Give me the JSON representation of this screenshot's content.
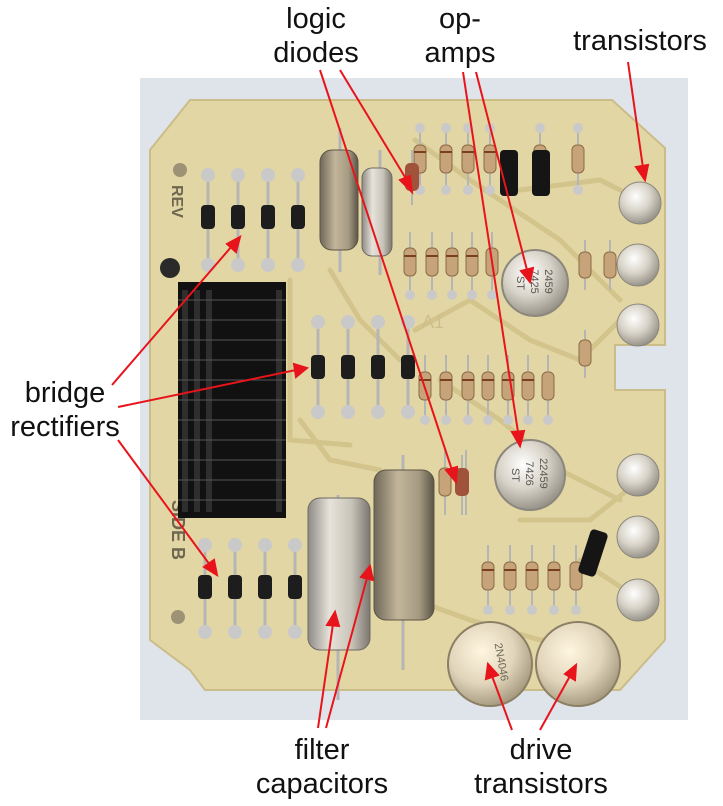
{
  "labels": {
    "logic_diodes": [
      "logic",
      "diodes"
    ],
    "op_amps": [
      "op-",
      "amps"
    ],
    "transistors": [
      "transistors"
    ],
    "bridge_rectifiers": [
      "bridge",
      "rectifiers"
    ],
    "filter_capacitors": [
      "filter",
      "capacitors"
    ],
    "drive_transistors": [
      "drive",
      "transistors"
    ]
  },
  "board_markings": {
    "rev": "REV",
    "side": "SIDE B",
    "board_id": "A1",
    "opamp_top": [
      "2459",
      "7425",
      "ST"
    ],
    "opamp_bottom": [
      "22459",
      "7426",
      "ST"
    ],
    "drive_transistor_left": "2N4046"
  },
  "colors": {
    "annotation_arrow": "#e8141b",
    "pcb": "#e4d8a8",
    "trace": "#d9cc98",
    "solder": "#b9b9b9",
    "ic_body": "#111111",
    "capacitor_metal": "#cfcac0"
  }
}
